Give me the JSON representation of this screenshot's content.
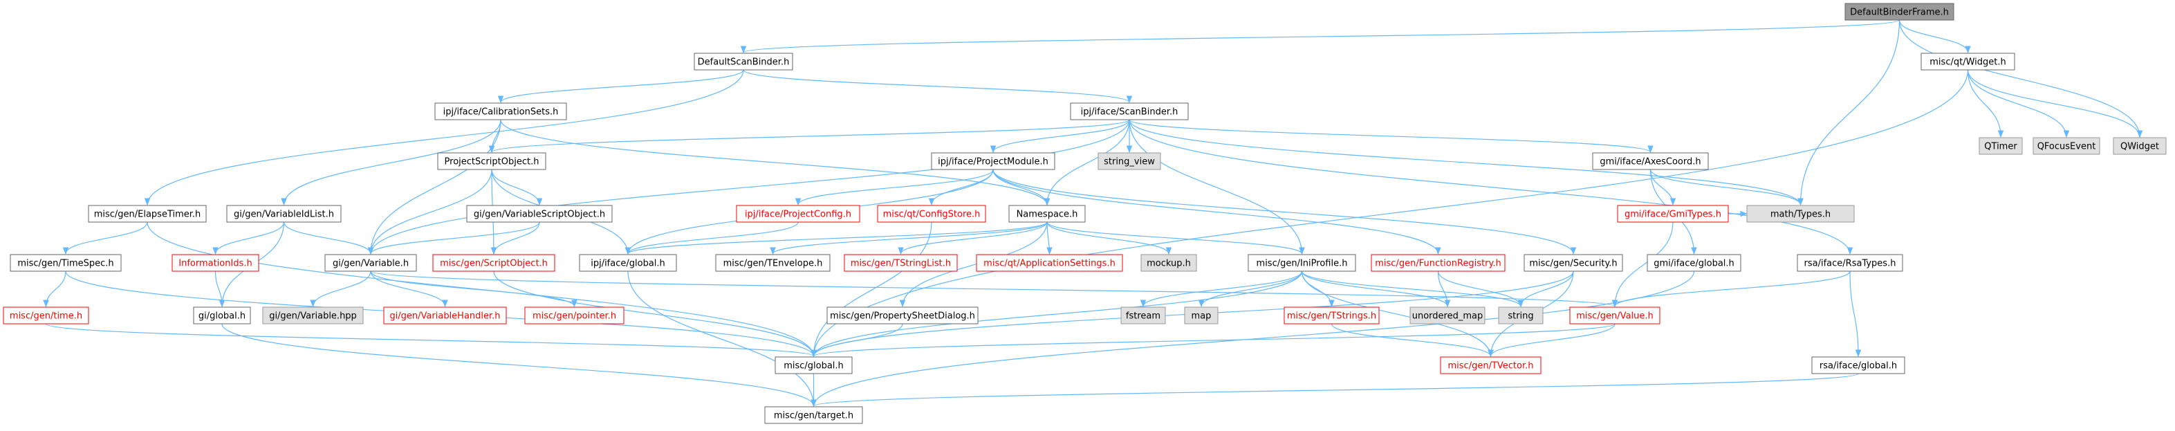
{
  "colors": {
    "edge": "#63b8ff",
    "normal_fill": "#ffffff",
    "normal_stroke": "#666666",
    "normal_text": "#000000",
    "root_fill": "#999999",
    "root_stroke": "#666666",
    "root_text": "#000000",
    "external_fill": "#e0e0e0",
    "external_stroke": "#999999",
    "external_text": "#000000",
    "truncated_stroke": "#ff0000",
    "truncated_text": "#ff0000"
  },
  "nodes": [
    {
      "id": "DefaultBinderFrame",
      "label": "DefaultBinderFrame.h",
      "style": "root"
    },
    {
      "id": "DefaultScanBinder",
      "label": "DefaultScanBinder.h",
      "style": "normal"
    },
    {
      "id": "QtWidget",
      "label": "misc/qt/Widget.h",
      "style": "normal"
    },
    {
      "id": "CalibrationSets",
      "label": "ipj/iface/CalibrationSets.h",
      "style": "normal"
    },
    {
      "id": "ScanBinder",
      "label": "ipj/iface/ScanBinder.h",
      "style": "normal"
    },
    {
      "id": "QTimer",
      "label": "QTimer",
      "style": "external"
    },
    {
      "id": "QFocusEvent",
      "label": "QFocusEvent",
      "style": "external"
    },
    {
      "id": "QWidget",
      "label": "QWidget",
      "style": "external"
    },
    {
      "id": "ProjectScriptObject",
      "label": "ProjectScriptObject.h",
      "style": "normal"
    },
    {
      "id": "ProjectModule",
      "label": "ipj/iface/ProjectModule.h",
      "style": "normal"
    },
    {
      "id": "string_view",
      "label": "string_view",
      "style": "external"
    },
    {
      "id": "AxesCoord",
      "label": "gmi/iface/AxesCoord.h",
      "style": "normal"
    },
    {
      "id": "ElapseTimer",
      "label": "misc/gen/ElapseTimer.h",
      "style": "normal"
    },
    {
      "id": "VariableIdList",
      "label": "gi/gen/VariableIdList.h",
      "style": "normal"
    },
    {
      "id": "VariableScriptObject",
      "label": "gi/gen/VariableScriptObject.h",
      "style": "normal"
    },
    {
      "id": "ProjectConfig",
      "label": "ipj/iface/ProjectConfig.h",
      "style": "truncated"
    },
    {
      "id": "ConfigStore",
      "label": "misc/qt/ConfigStore.h",
      "style": "truncated"
    },
    {
      "id": "Namespace",
      "label": "Namespace.h",
      "style": "normal"
    },
    {
      "id": "GmiTypes",
      "label": "gmi/iface/GmiTypes.h",
      "style": "truncated"
    },
    {
      "id": "MathTypes",
      "label": "math/Types.h",
      "style": "external"
    },
    {
      "id": "TimeSpec",
      "label": "misc/gen/TimeSpec.h",
      "style": "normal"
    },
    {
      "id": "InformationIds",
      "label": "InformationIds.h",
      "style": "truncated"
    },
    {
      "id": "GiVariable",
      "label": "gi/gen/Variable.h",
      "style": "normal"
    },
    {
      "id": "ScriptObject",
      "label": "misc/gen/ScriptObject.h",
      "style": "truncated"
    },
    {
      "id": "IpjGlobal",
      "label": "ipj/iface/global.h",
      "style": "normal"
    },
    {
      "id": "TEnvelope",
      "label": "misc/gen/TEnvelope.h",
      "style": "normal"
    },
    {
      "id": "TStringList",
      "label": "misc/gen/TStringList.h",
      "style": "truncated"
    },
    {
      "id": "ApplicationSettings",
      "label": "misc/qt/ApplicationSettings.h",
      "style": "truncated"
    },
    {
      "id": "mockup",
      "label": "mockup.h",
      "style": "external"
    },
    {
      "id": "IniProfile",
      "label": "misc/gen/IniProfile.h",
      "style": "normal"
    },
    {
      "id": "FunctionRegistry",
      "label": "misc/gen/FunctionRegistry.h",
      "style": "truncated"
    },
    {
      "id": "Security",
      "label": "misc/gen/Security.h",
      "style": "normal"
    },
    {
      "id": "GmiGlobal",
      "label": "gmi/iface/global.h",
      "style": "normal"
    },
    {
      "id": "RsaTypes",
      "label": "rsa/iface/RsaTypes.h",
      "style": "normal"
    },
    {
      "id": "GenTime",
      "label": "misc/gen/time.h",
      "style": "truncated"
    },
    {
      "id": "GiGlobal",
      "label": "gi/global.h",
      "style": "normal"
    },
    {
      "id": "VariableHpp",
      "label": "gi/gen/Variable.hpp",
      "style": "external"
    },
    {
      "id": "VariableHandler",
      "label": "gi/gen/VariableHandler.h",
      "style": "truncated"
    },
    {
      "id": "Pointer",
      "label": "misc/gen/pointer.h",
      "style": "truncated"
    },
    {
      "id": "PropertySheetDialog",
      "label": "misc/gen/PropertySheetDialog.h",
      "style": "normal"
    },
    {
      "id": "fstream",
      "label": "fstream",
      "style": "external"
    },
    {
      "id": "map",
      "label": "map",
      "style": "external"
    },
    {
      "id": "TStrings",
      "label": "misc/gen/TStrings.h",
      "style": "truncated"
    },
    {
      "id": "unordered_map",
      "label": "unordered_map",
      "style": "external"
    },
    {
      "id": "string",
      "label": "string",
      "style": "external"
    },
    {
      "id": "Value",
      "label": "misc/gen/Value.h",
      "style": "truncated"
    },
    {
      "id": "MiscGlobal",
      "label": "misc/global.h",
      "style": "normal"
    },
    {
      "id": "TVector",
      "label": "misc/gen/TVector.h",
      "style": "truncated"
    },
    {
      "id": "RsaGlobal",
      "label": "rsa/iface/global.h",
      "style": "normal"
    },
    {
      "id": "Target",
      "label": "misc/gen/target.h",
      "style": "normal"
    }
  ],
  "edges": [
    [
      "DefaultBinderFrame",
      "DefaultScanBinder"
    ],
    [
      "DefaultBinderFrame",
      "QtWidget"
    ],
    [
      "DefaultBinderFrame",
      "MathTypes"
    ],
    [
      "DefaultBinderFrame",
      "QWidget"
    ],
    [
      "DefaultScanBinder",
      "CalibrationSets"
    ],
    [
      "DefaultScanBinder",
      "ScanBinder"
    ],
    [
      "DefaultScanBinder",
      "ElapseTimer"
    ],
    [
      "QtWidget",
      "QTimer"
    ],
    [
      "QtWidget",
      "QFocusEvent"
    ],
    [
      "QtWidget",
      "QWidget"
    ],
    [
      "QtWidget",
      "MiscGlobal"
    ],
    [
      "CalibrationSets",
      "ProjectScriptObject"
    ],
    [
      "CalibrationSets",
      "VariableIdList"
    ],
    [
      "CalibrationSets",
      "GiVariable"
    ],
    [
      "CalibrationSets",
      "Namespace"
    ],
    [
      "ScanBinder",
      "ProjectScriptObject"
    ],
    [
      "ScanBinder",
      "ProjectModule"
    ],
    [
      "ScanBinder",
      "string_view"
    ],
    [
      "ScanBinder",
      "AxesCoord"
    ],
    [
      "ScanBinder",
      "Namespace"
    ],
    [
      "ScanBinder",
      "MathTypes"
    ],
    [
      "ScanBinder",
      "RsaTypes"
    ],
    [
      "ScanBinder",
      "IniProfile"
    ],
    [
      "ScanBinder",
      "GiVariable"
    ],
    [
      "ProjectScriptObject",
      "VariableScriptObject"
    ],
    [
      "ProjectScriptObject",
      "GiVariable"
    ],
    [
      "ProjectScriptObject",
      "ScriptObject"
    ],
    [
      "ProjectScriptObject",
      "IpjGlobal"
    ],
    [
      "ProjectModule",
      "ProjectConfig"
    ],
    [
      "ProjectModule",
      "ConfigStore"
    ],
    [
      "ProjectModule",
      "Namespace"
    ],
    [
      "ProjectModule",
      "IpjGlobal"
    ],
    [
      "ProjectModule",
      "FunctionRegistry"
    ],
    [
      "ProjectModule",
      "Security"
    ],
    [
      "AxesCoord",
      "GmiTypes"
    ],
    [
      "AxesCoord",
      "MathTypes"
    ],
    [
      "AxesCoord",
      "GmiGlobal"
    ],
    [
      "ElapseTimer",
      "TimeSpec"
    ],
    [
      "ElapseTimer",
      "MiscGlobal"
    ],
    [
      "VariableIdList",
      "InformationIds"
    ],
    [
      "VariableIdList",
      "GiVariable"
    ],
    [
      "VariableIdList",
      "GiGlobal"
    ],
    [
      "VariableScriptObject",
      "GiVariable"
    ],
    [
      "VariableScriptObject",
      "ScriptObject"
    ],
    [
      "ProjectConfig",
      "IpjGlobal"
    ],
    [
      "ConfigStore",
      "MiscGlobal"
    ],
    [
      "Namespace",
      "TEnvelope"
    ],
    [
      "Namespace",
      "TStringList"
    ],
    [
      "Namespace",
      "ApplicationSettings"
    ],
    [
      "Namespace",
      "mockup"
    ],
    [
      "Namespace",
      "IniProfile"
    ],
    [
      "Namespace",
      "PropertySheetDialog"
    ],
    [
      "Namespace",
      "IpjGlobal"
    ],
    [
      "GmiTypes",
      "MathTypes"
    ],
    [
      "GmiTypes",
      "Value"
    ],
    [
      "TimeSpec",
      "GenTime"
    ],
    [
      "TimeSpec",
      "MiscGlobal"
    ],
    [
      "InformationIds",
      "GiGlobal"
    ],
    [
      "GiVariable",
      "VariableHpp"
    ],
    [
      "GiVariable",
      "VariableHandler"
    ],
    [
      "GiVariable",
      "Pointer"
    ],
    [
      "GiVariable",
      "Value"
    ],
    [
      "ScriptObject",
      "MiscGlobal"
    ],
    [
      "IpjGlobal",
      "Target"
    ],
    [
      "IniProfile",
      "fstream"
    ],
    [
      "IniProfile",
      "map"
    ],
    [
      "IniProfile",
      "TStrings"
    ],
    [
      "IniProfile",
      "unordered_map"
    ],
    [
      "IniProfile",
      "string"
    ],
    [
      "IniProfile",
      "TVector"
    ],
    [
      "IniProfile",
      "MiscGlobal"
    ],
    [
      "FunctionRegistry",
      "unordered_map"
    ],
    [
      "FunctionRegistry",
      "string"
    ],
    [
      "Security",
      "string"
    ],
    [
      "Security",
      "TVector"
    ],
    [
      "Security",
      "MiscGlobal"
    ],
    [
      "GmiGlobal",
      "Target"
    ],
    [
      "RsaTypes",
      "Value"
    ],
    [
      "RsaTypes",
      "RsaGlobal"
    ],
    [
      "GenTime",
      "MiscGlobal"
    ],
    [
      "GiGlobal",
      "Target"
    ],
    [
      "PropertySheetDialog",
      "MiscGlobal"
    ],
    [
      "TStrings",
      "TVector"
    ],
    [
      "Value",
      "TVector"
    ],
    [
      "Value",
      "MiscGlobal"
    ],
    [
      "MiscGlobal",
      "Target"
    ],
    [
      "RsaGlobal",
      "Target"
    ]
  ]
}
